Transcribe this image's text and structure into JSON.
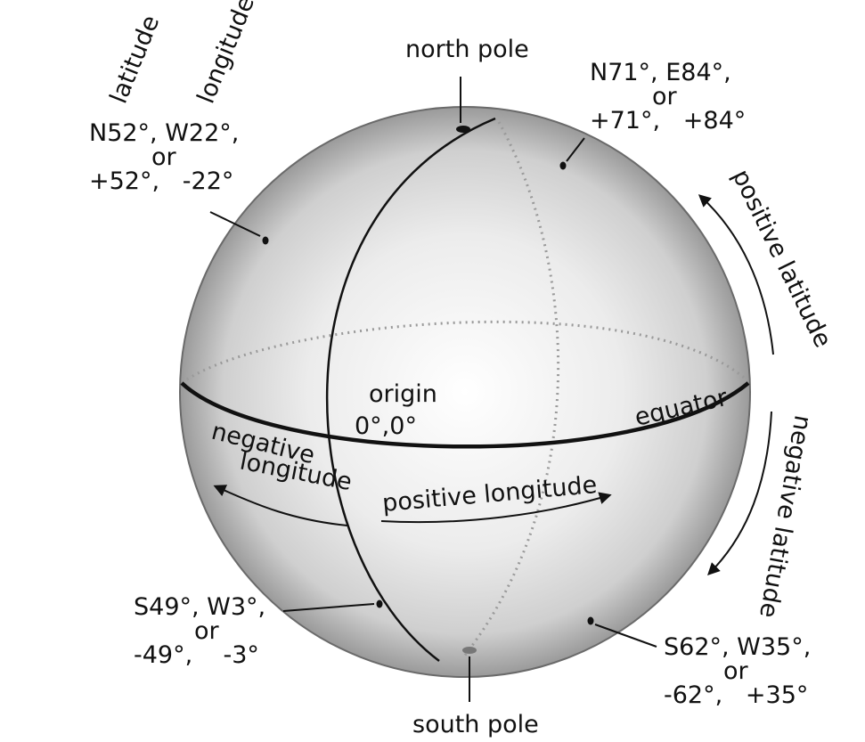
{
  "headers": {
    "latitude": "latitude",
    "longitude": "longitude"
  },
  "poles": {
    "north": "north pole",
    "south": "south pole"
  },
  "origin": {
    "title": "origin",
    "coords": "0°,0°"
  },
  "equator": "equator",
  "arrows": {
    "positive_latitude": "positive latitude",
    "negative_latitude": "negative latitude",
    "negative_longitude_1": "negative",
    "negative_longitude_2": "longitude",
    "positive_longitude": "positive longitude"
  },
  "points": [
    {
      "id": "nw",
      "line1": "N52°, W22°,",
      "or": "or",
      "line3": "+52°,   -22°"
    },
    {
      "id": "ne",
      "line1": "N71°, E84°,",
      "or": "or",
      "line3": "+71°,   +84°"
    },
    {
      "id": "sw",
      "line1": "S49°, W3°,",
      "or": "or",
      "line3": "-49°,    -3°"
    },
    {
      "id": "se",
      "line1": "S62°, W35°,",
      "or": "or",
      "line3": "-62°,   +35°"
    }
  ]
}
